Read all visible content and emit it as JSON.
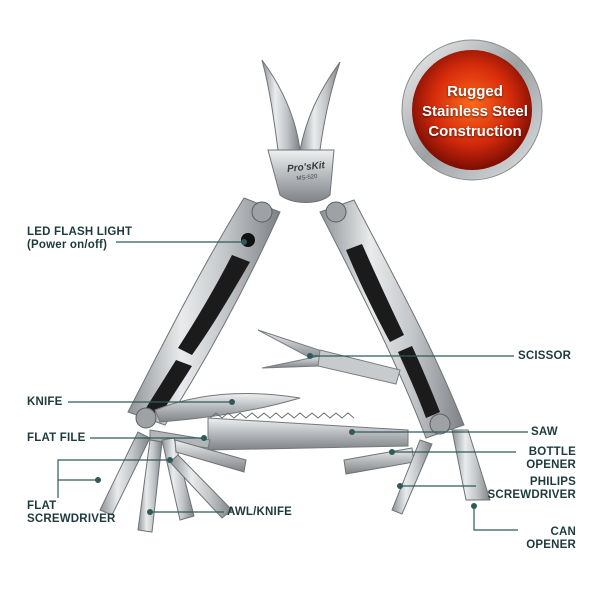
{
  "badge": {
    "line1": "Rugged",
    "line2": "Stainless Steel",
    "line3": "Construction",
    "color": "#d42a0c"
  },
  "brand": {
    "name": "Pro'sKit",
    "model": "MS-520"
  },
  "labels": {
    "led_title": "LED FLASH LIGHT",
    "led_sub": "(Power on/off)",
    "knife": "KNIFE",
    "flat_file": "FLAT FILE",
    "flat_screwdriver_1": "FLAT",
    "flat_screwdriver_2": "SCREWDRIVER",
    "awl_knife": "AWL/KNIFE",
    "scissor": "SCISSOR",
    "saw": "SAW",
    "bottle_opener_1": "BOTTLE",
    "bottle_opener_2": "OPENER",
    "philips_1": "PHILIPS",
    "philips_2": "SCREWDRIVER",
    "can_opener_1": "CAN",
    "can_opener_2": "OPENER"
  },
  "colors": {
    "leader": "#2e5a5a",
    "label": "#1e3b3c",
    "steel": "#b9bcbf",
    "grip": "#1b1b1b"
  }
}
